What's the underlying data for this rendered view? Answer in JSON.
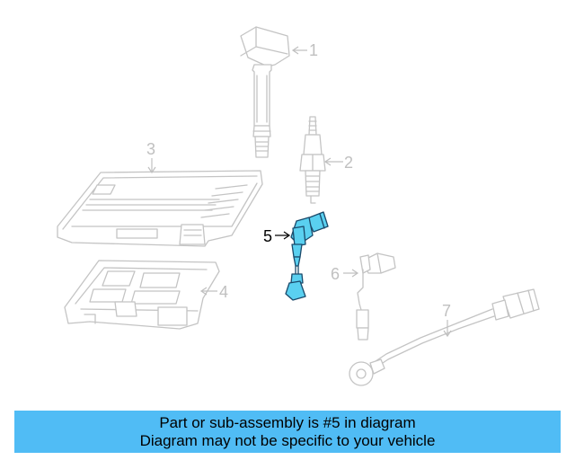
{
  "diagram": {
    "callouts": [
      {
        "number": "1"
      },
      {
        "number": "2"
      },
      {
        "number": "3"
      },
      {
        "number": "4"
      },
      {
        "number": "5",
        "highlighted": true
      },
      {
        "number": "6"
      },
      {
        "number": "7"
      }
    ],
    "colors": {
      "part_outline": "#c4c4c4",
      "highlight_fill": "#5ad0f0",
      "highlight_outline": "#1a4a6b",
      "banner_background": "#50bcf5"
    }
  },
  "banner": {
    "line1": "Part or sub-assembly is #5 in diagram",
    "line2": "Diagram may not be specific to your vehicle"
  }
}
